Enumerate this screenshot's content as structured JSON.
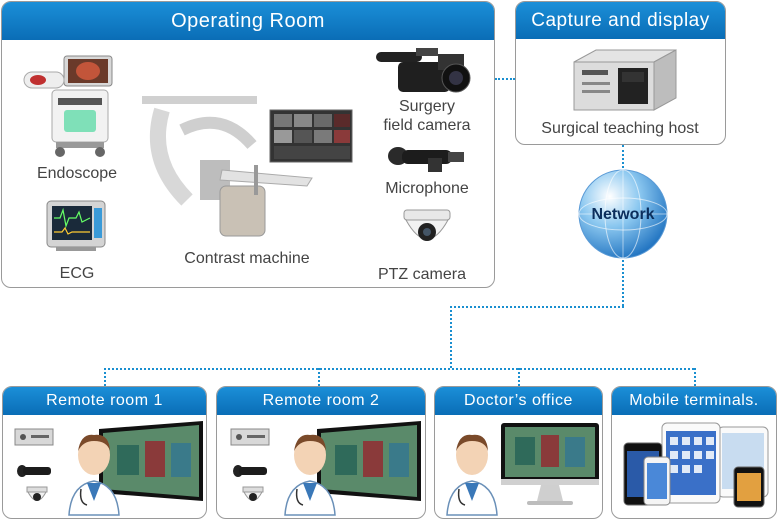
{
  "operating_room": {
    "title": "Operating Room",
    "devices": {
      "endoscope": "Endoscope",
      "ecg": "ECG",
      "contrast": "Contrast  machine",
      "surgery_camera_line1": "Surgery",
      "surgery_camera_line2": "field camera",
      "microphone": "Microphone",
      "ptz": "PTZ camera"
    }
  },
  "capture": {
    "title": "Capture and display",
    "host": "Surgical teaching host"
  },
  "network": {
    "label": "Network"
  },
  "endpoints": {
    "remote1": "Remote room 1",
    "remote2": "Remote room 2",
    "doctor": "Doctor’s office",
    "mobile": "Mobile terminals."
  }
}
